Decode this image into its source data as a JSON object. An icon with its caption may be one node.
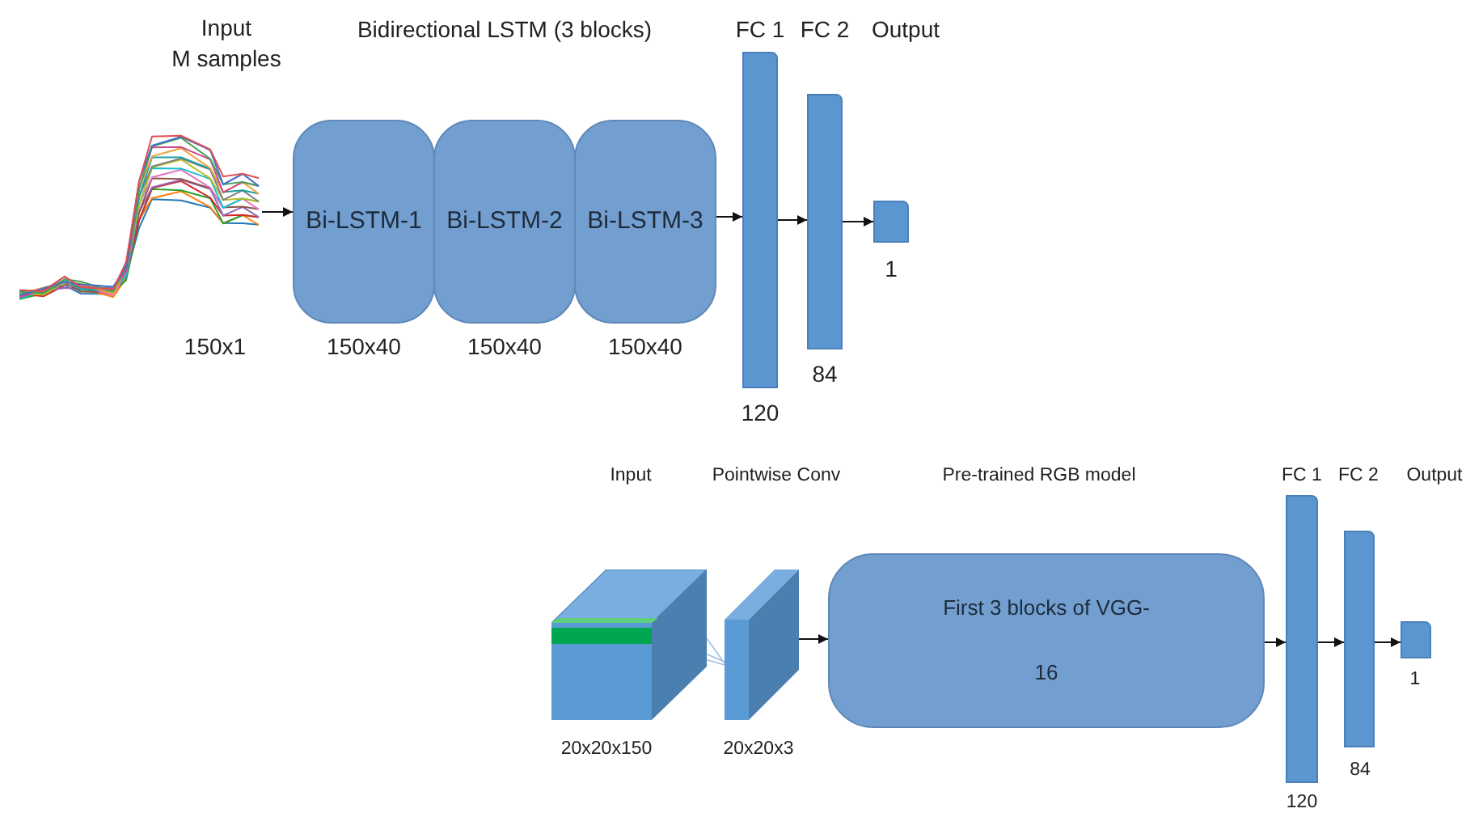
{
  "diagram": {
    "nodes": [
      {
        "text": [
          "Input",
          "M samples",
          "150x1"
        ]
      },
      {
        "text": [
          "Bi-LSTM-1"
        ],
        "beside": [
          "150x40"
        ]
      },
      {
        "text": [
          "Bi-LSTM-2"
        ],
        "beside": [
          "150x40"
        ]
      },
      {
        "text": [
          "Bi-LSTM-3"
        ],
        "beside": [
          "150x40"
        ]
      },
      {
        "text": [
          "FC 1"
        ],
        "beside": [
          "120"
        ]
      },
      {
        "text": [
          "FC 2"
        ],
        "beside": [
          "84"
        ]
      },
      {
        "text": [],
        "shape": "box",
        "beside": [
          "1"
        ]
      },
      {
        "text": [
          "Input"
        ],
        "beside": [
          "20x20x150"
        ]
      },
      {
        "text": [],
        "shape": "box",
        "beside": [
          "20x20x3"
        ]
      },
      {
        "text": [
          "Pre-trained RGB model",
          "First 3 blocks of VGG-16"
        ]
      },
      {
        "text": [
          "FC 1"
        ],
        "beside": [
          "120"
        ]
      },
      {
        "text": [
          "FC 2"
        ],
        "beside": [
          "84"
        ]
      },
      {
        "text": [],
        "shape": "box",
        "beside": [
          "1"
        ]
      }
    ],
    "edges": [
      {
        "from": 0,
        "to": 1,
        "arrow": "to"
      },
      {
        "from": 3,
        "to": 4,
        "arrow": "to"
      },
      {
        "from": 4,
        "to": 5,
        "arrow": "to"
      },
      {
        "from": 5,
        "to": 6,
        "arrow": "to"
      },
      {
        "from": 7,
        "to": 8,
        "arrow": "none",
        "color": "#9cc0e6"
      },
      {
        "from": 8,
        "to": 9,
        "arrow": "to"
      },
      {
        "from": 9,
        "to": 10,
        "arrow": "to"
      },
      {
        "from": 10,
        "to": 11,
        "arrow": "to"
      },
      {
        "from": 11,
        "to": 12,
        "arrow": "to"
      }
    ],
    "labels": [
      "Bidirectional LSTM (3 blocks)",
      "Output",
      "Pointwise Conv",
      "Output"
    ]
  }
}
